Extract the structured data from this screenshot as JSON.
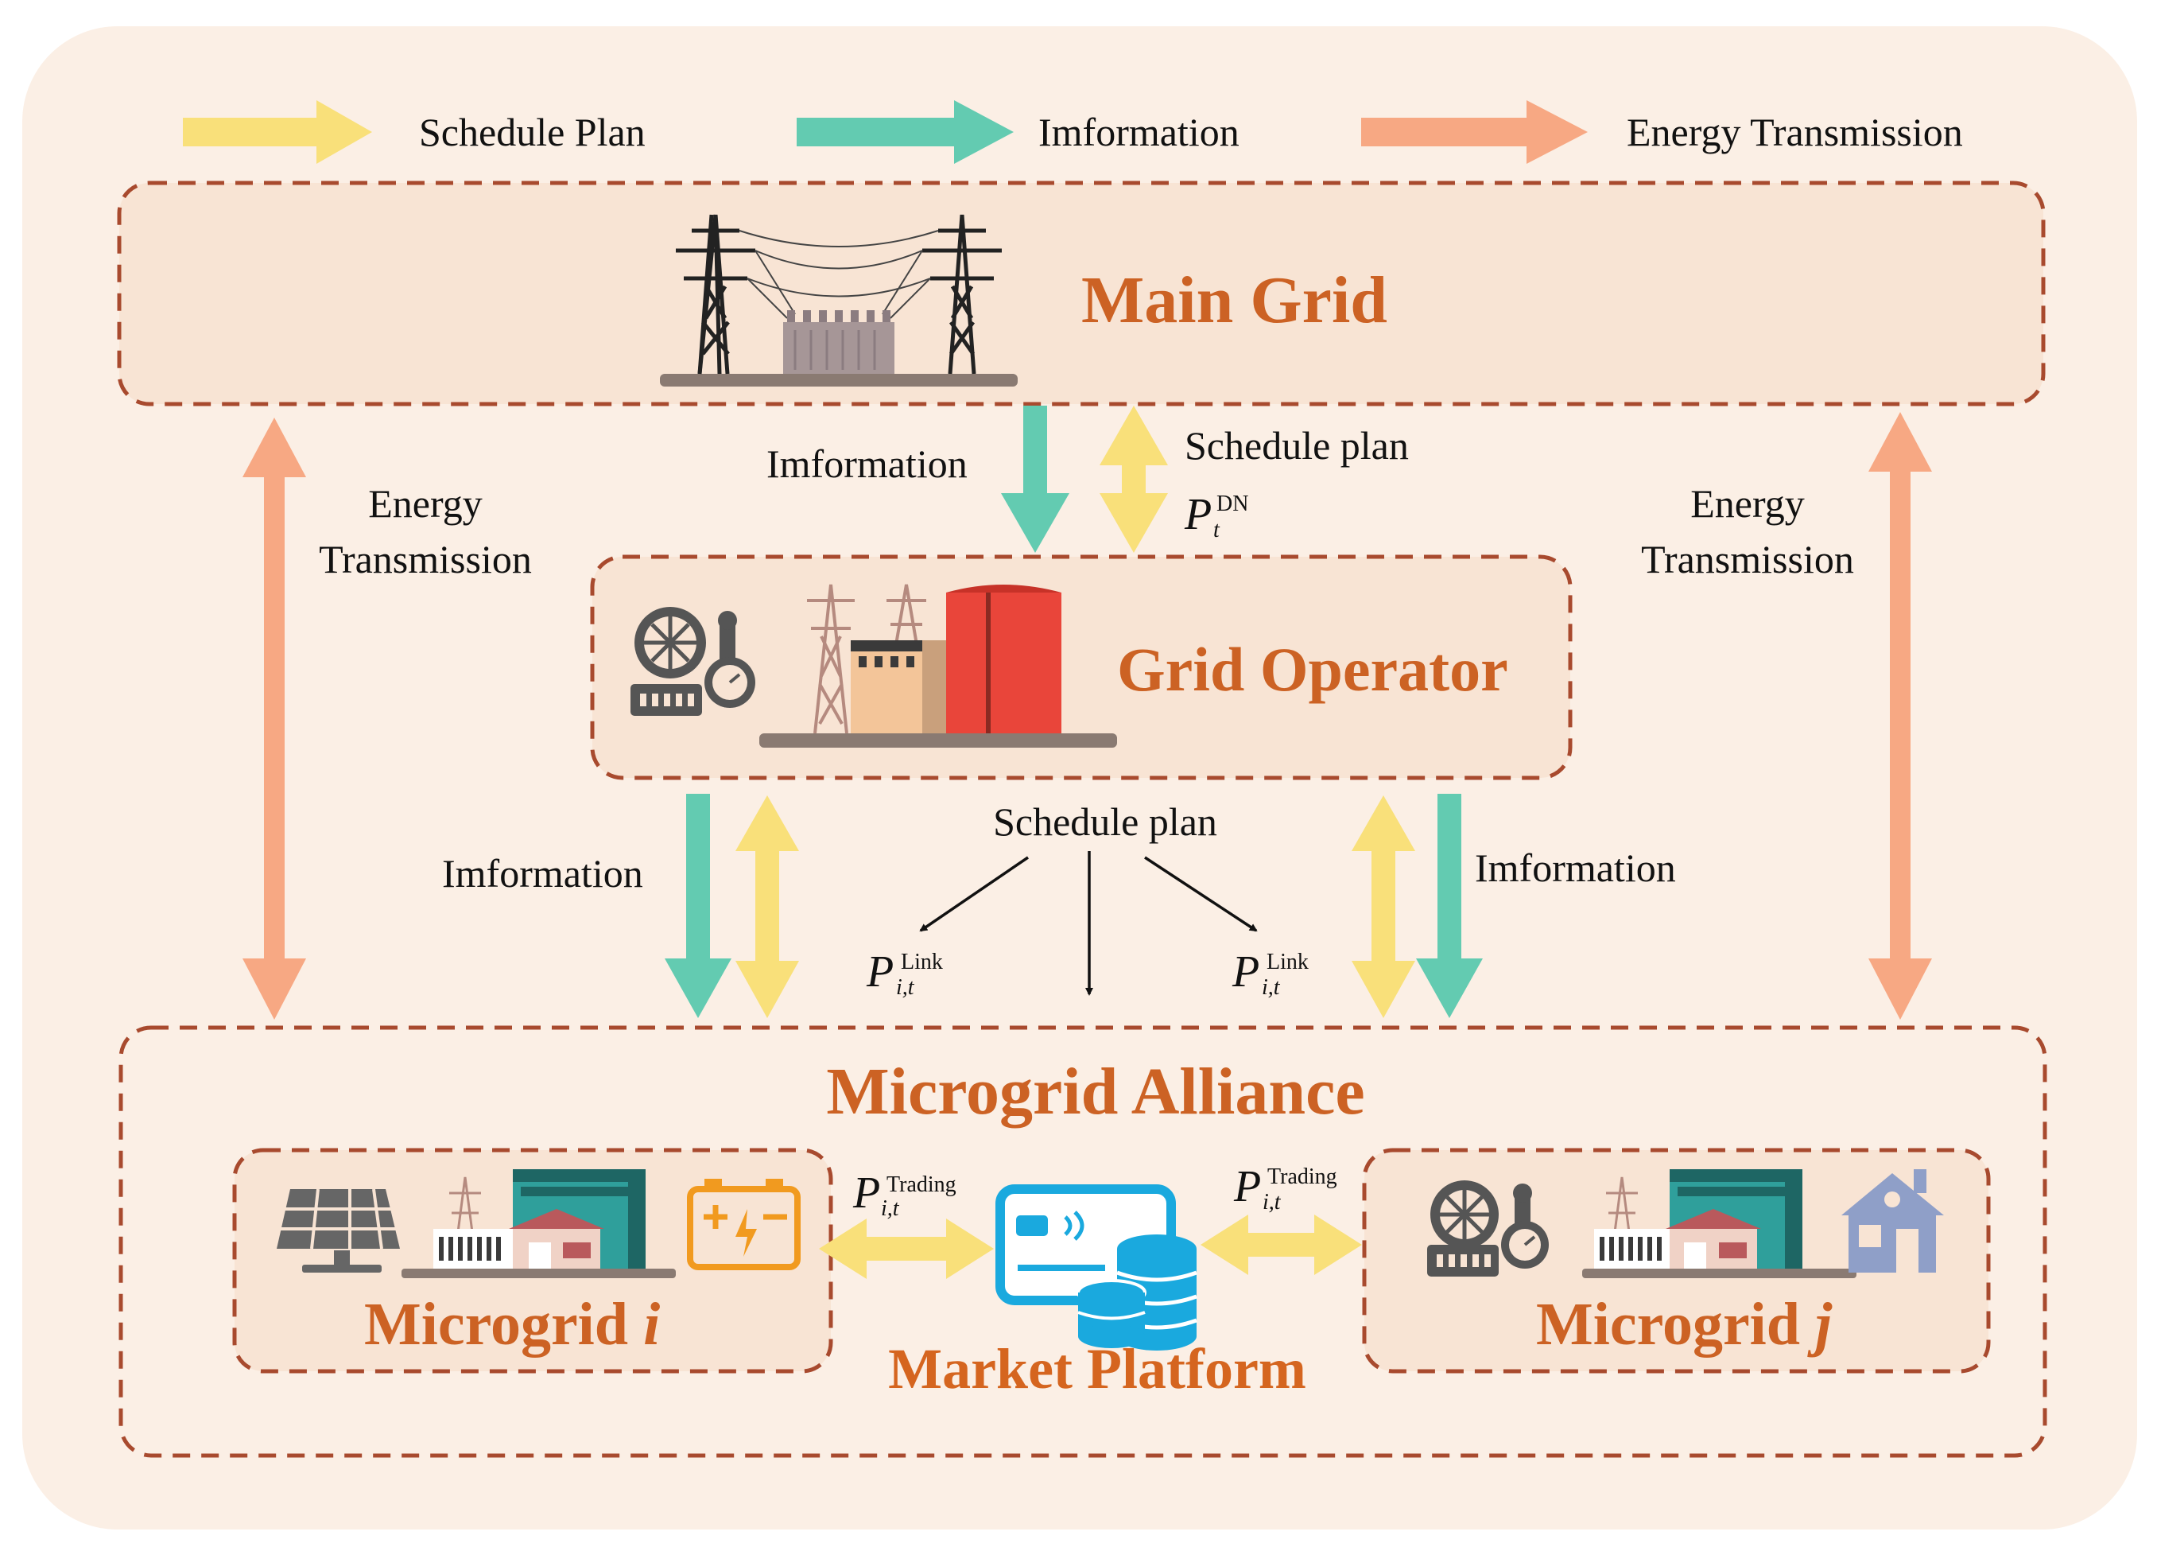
{
  "legend": {
    "schedule": "Schedule Plan",
    "information": "Imformation",
    "energy": "Energy Transmission"
  },
  "main_grid": {
    "title": "Main Grid"
  },
  "grid_operator": {
    "title": "Grid Operator"
  },
  "alliance": {
    "title": "Microgrid Alliance"
  },
  "microgrid_i": {
    "title": "Microgrid ",
    "suffix": "i"
  },
  "microgrid_j": {
    "title": "Microgrid ",
    "suffix": "j"
  },
  "market": {
    "title": "Market Platform"
  },
  "labels": {
    "energy_word": "Energy",
    "transmission_word": "Transmission",
    "info_upper": "Imformation",
    "schedule_upper": "Schedule plan",
    "info_left": "Imformation",
    "info_right": "Imformation",
    "schedule_mid": "Schedule plan"
  },
  "math": {
    "p": "P",
    "dn_sup": "DN",
    "t_sub": "t",
    "link_sup": "Link",
    "it_sub": "i,t",
    "trading_sup": "Trading"
  },
  "colors": {
    "schedule": "#f9e07a",
    "information": "#63cbb1",
    "energy": "#f7a883",
    "title": "#cc6224",
    "border": "#a84a2e",
    "background": "#fbefe5",
    "box_fill": "#f8e4d4",
    "market_icon": "#1aa9de"
  }
}
